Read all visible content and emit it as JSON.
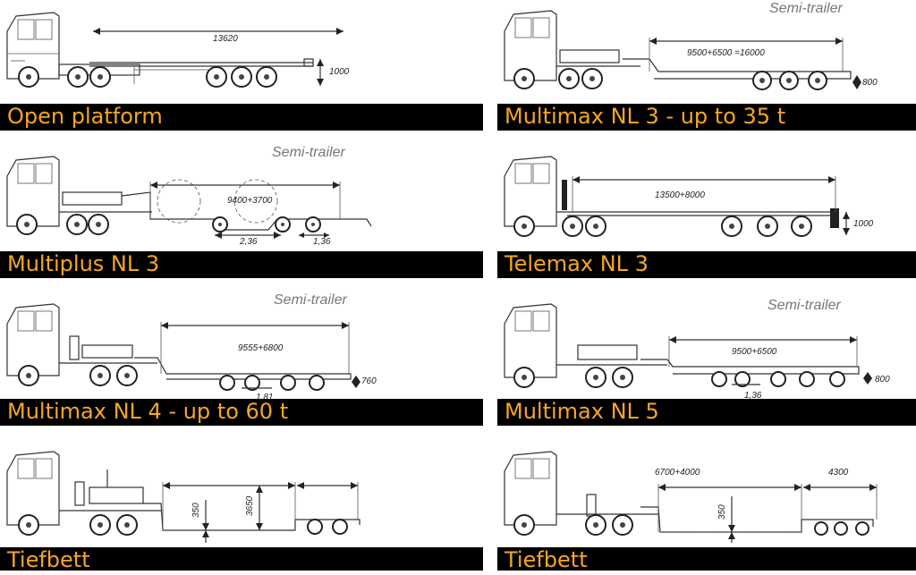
{
  "panels": [
    {
      "id": "open-platform",
      "name": "Open platform",
      "dims": [
        "13620",
        "1000"
      ],
      "semi_trailer": ""
    },
    {
      "id": "multimax-nl3",
      "name": "Multimax NL 3 - up to 35 t",
      "dims": [
        "9500+6500 =16000",
        "800"
      ],
      "semi_trailer": "Semi-trailer"
    },
    {
      "id": "multiplus-nl3",
      "name": "Multiplus NL 3",
      "dims": [
        "9400+3700",
        "2,36",
        "1,36"
      ],
      "semi_trailer": "Semi-trailer"
    },
    {
      "id": "telemax-nl3",
      "name": "Telemax NL 3",
      "dims": [
        "13500+8000",
        "1000"
      ],
      "semi_trailer": ""
    },
    {
      "id": "multimax-nl4",
      "name": "Multimax NL 4 - up to 60 t",
      "dims": [
        "9555+6800",
        "760",
        "1.81"
      ],
      "semi_trailer": "Semi-trailer"
    },
    {
      "id": "multimax-nl5",
      "name": "Multimax NL 5",
      "dims": [
        "9500+6500",
        "800",
        "1,36"
      ],
      "semi_trailer": "Semi-trailer"
    },
    {
      "id": "tiefbett-1",
      "name": "Tiefbett",
      "dims": [
        "350",
        "3650"
      ],
      "semi_trailer": ""
    },
    {
      "id": "tiefbett-2",
      "name": "Tiefbett",
      "dims": [
        "6700+4000",
        "4300",
        "350"
      ],
      "semi_trailer": ""
    }
  ]
}
